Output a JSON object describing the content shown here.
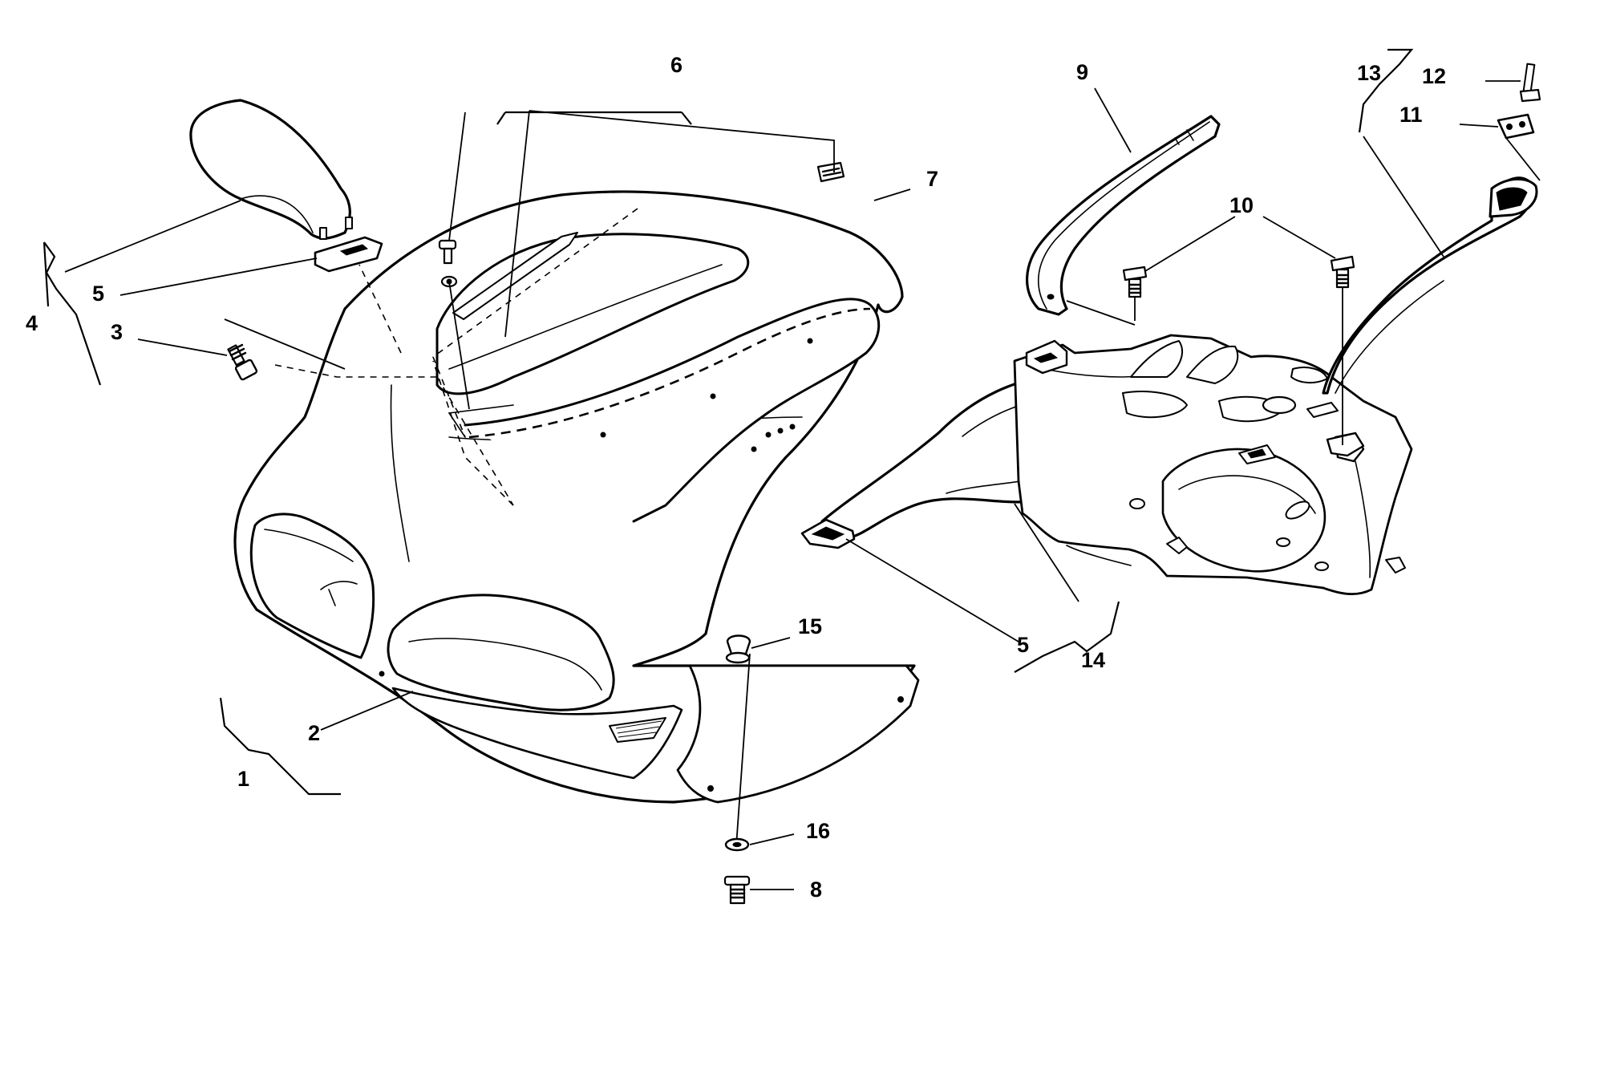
{
  "diagram": {
    "type": "exploded-parts-diagram",
    "callouts": [
      {
        "id": "c1",
        "label": "1"
      },
      {
        "id": "c2",
        "label": "2"
      },
      {
        "id": "c3",
        "label": "3"
      },
      {
        "id": "c4",
        "label": "4"
      },
      {
        "id": "c5a",
        "label": "5"
      },
      {
        "id": "c5b",
        "label": "5"
      },
      {
        "id": "c6",
        "label": "6"
      },
      {
        "id": "c7",
        "label": "7"
      },
      {
        "id": "c8",
        "label": "8"
      },
      {
        "id": "c9",
        "label": "9"
      },
      {
        "id": "c10",
        "label": "10"
      },
      {
        "id": "c11",
        "label": "11"
      },
      {
        "id": "c12",
        "label": "12"
      },
      {
        "id": "c13",
        "label": "13"
      },
      {
        "id": "c14",
        "label": "14"
      },
      {
        "id": "c15",
        "label": "15"
      },
      {
        "id": "c16",
        "label": "16"
      }
    ]
  }
}
